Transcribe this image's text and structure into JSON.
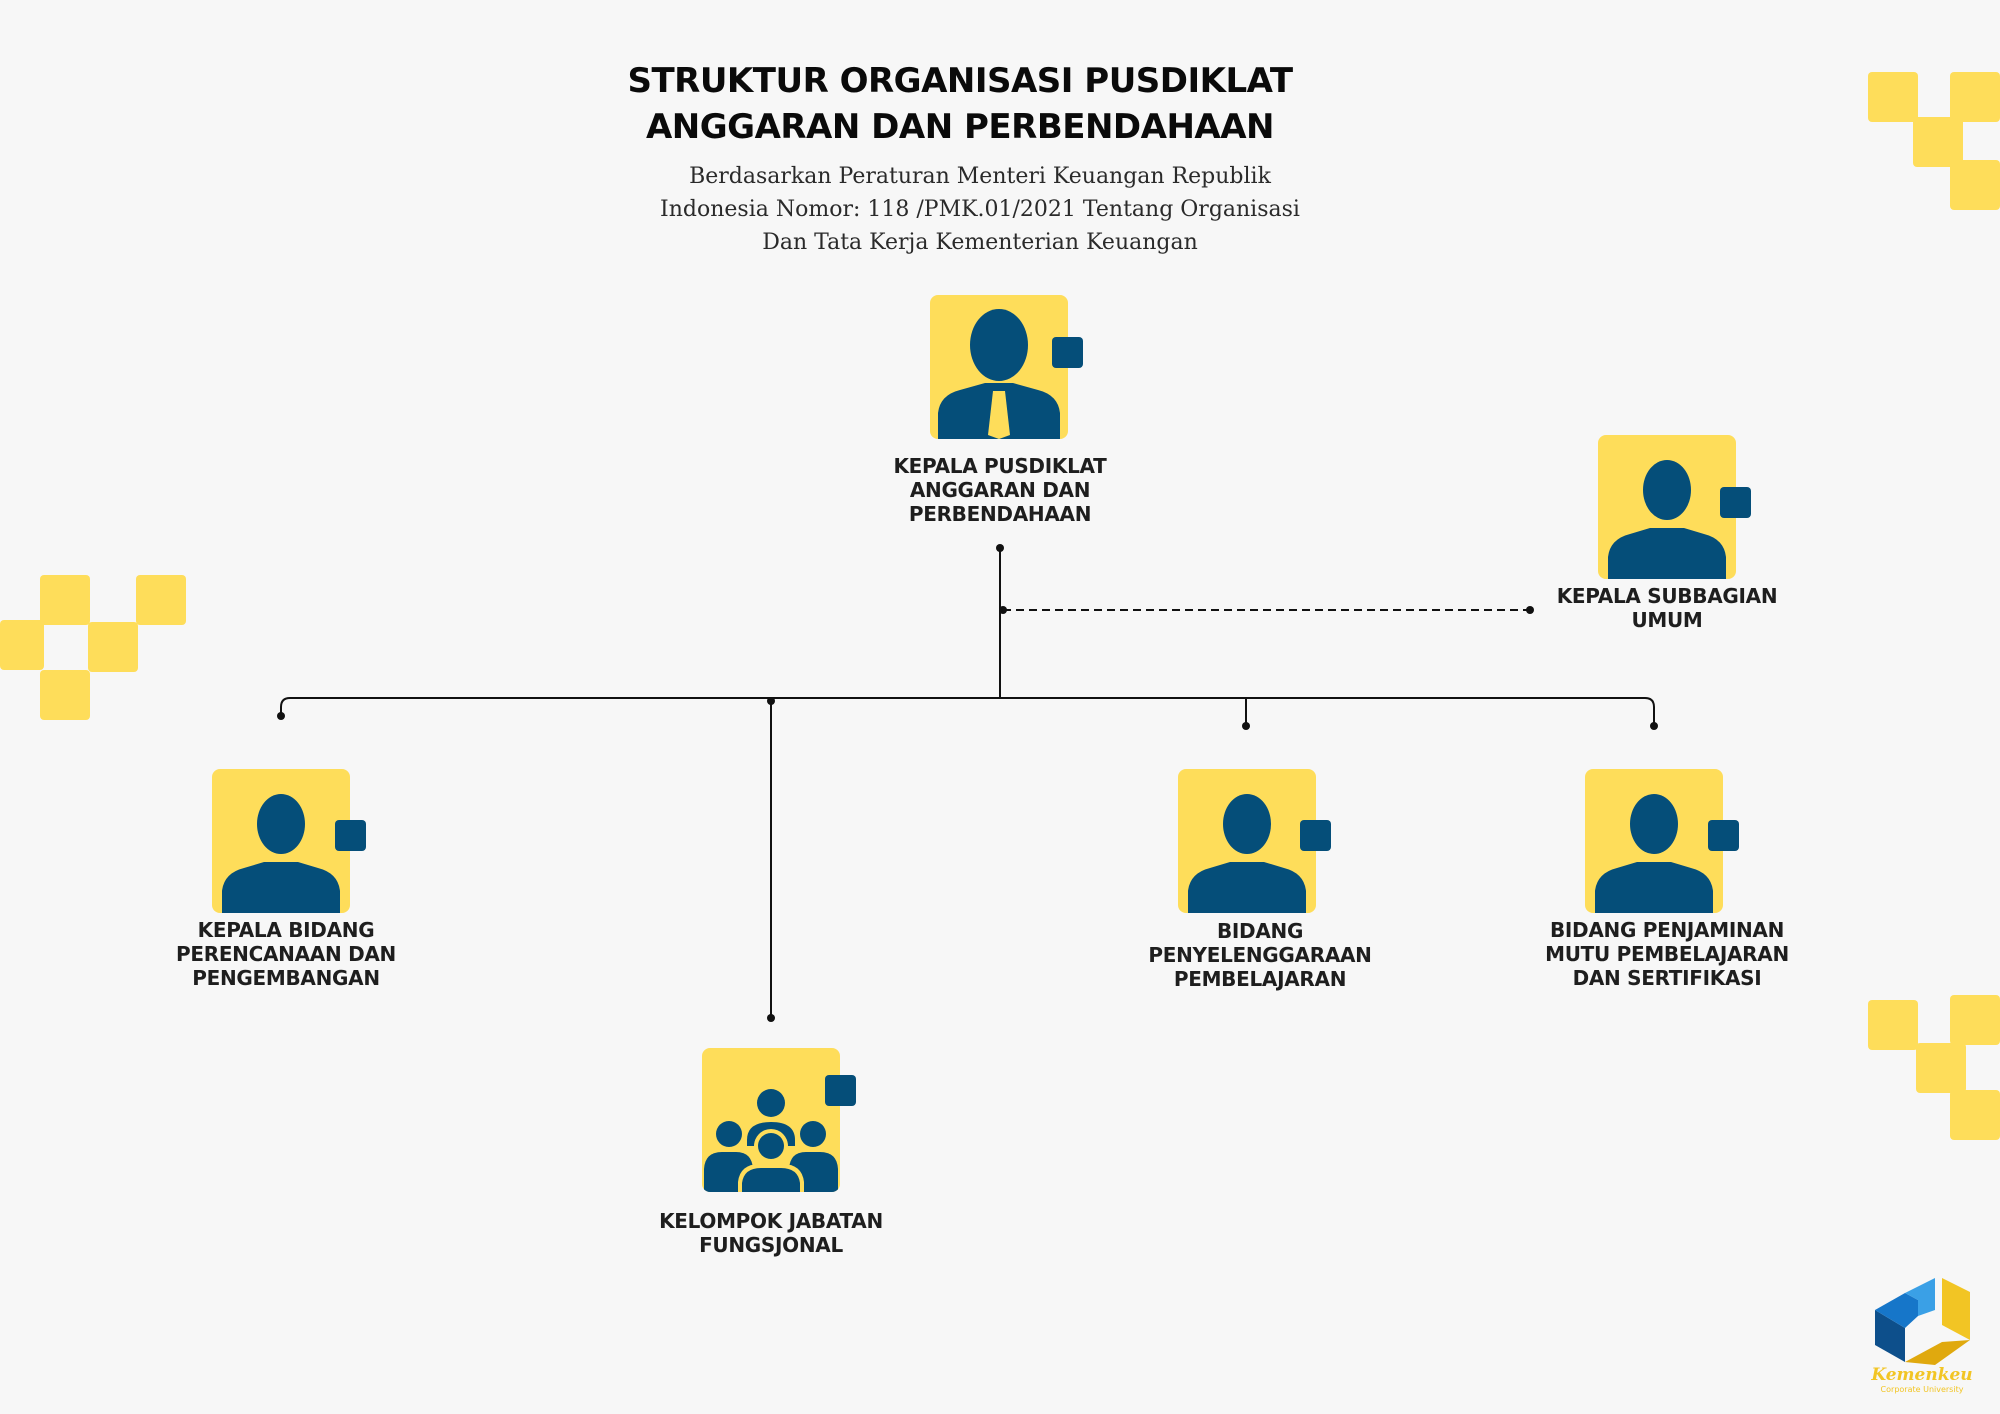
{
  "header": {
    "title_line1": "STRUKTUR ORGANISASI PUSDIKLAT",
    "title_line2": "ANGGARAN DAN PERBENDAHAAN",
    "subtitle_line1": "Berdasarkan Peraturan Menteri Keuangan Republik",
    "subtitle_line2": "Indonesia Nomor: 118 /PMK.01/2021 Tentang Organisasi",
    "subtitle_line3": "Dan Tata Kerja Kementerian Keuangan"
  },
  "nodes": {
    "head": {
      "line1": "KEPALA PUSDIKLAT",
      "line2": "ANGGARAN DAN",
      "line3": "PERBENDAHAAN",
      "icon": "person-tie-icon"
    },
    "subbagian": {
      "line1": "KEPALA SUBBAGIAN",
      "line2": "UMUM",
      "icon": "person-icon"
    },
    "perencanaan": {
      "line1": "KEPALA BIDANG",
      "line2": "PERENCANAAN DAN",
      "line3": "PENGEMBANGAN",
      "icon": "person-icon"
    },
    "penyelenggaraan": {
      "line1": "BIDANG",
      "line2": "PENYELENGGARAAN",
      "line3": "PEMBELAJARAN",
      "icon": "person-icon"
    },
    "penjaminan": {
      "line1": "BIDANG PENJAMINAN",
      "line2": "MUTU PEMBELAJARAN",
      "line3": "DAN SERTIFIKASI",
      "icon": "person-icon"
    },
    "fungsional": {
      "line1": "KELOMPOK JABATAN",
      "line2": "FUNGSJONAL",
      "icon": "group-icon"
    }
  },
  "logo": {
    "brand": "Kemenkeu",
    "sub": "Corporate University"
  },
  "colors": {
    "background": "#f7f7f7",
    "icon_bg": "#fedd5a",
    "icon_fg": "#054e79",
    "deco": "#fedd5a",
    "line": "#111111"
  }
}
